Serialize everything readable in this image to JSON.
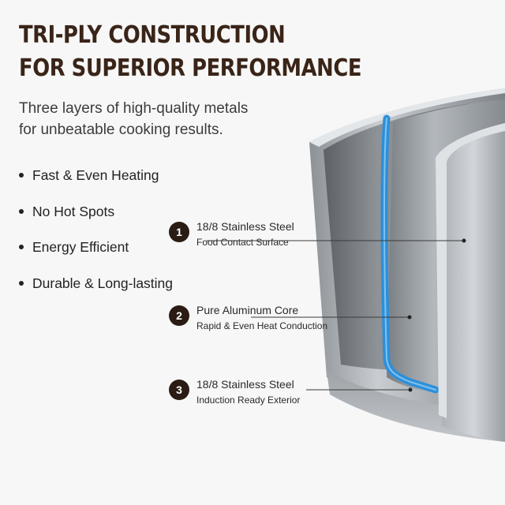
{
  "headline": {
    "line1": "TRI-PLY CONSTRUCTION",
    "line2": "FOR SUPERIOR PERFORMANCE"
  },
  "subtitle": {
    "line1": "Three layers of high-quality metals",
    "line2": "for unbeatable cooking results."
  },
  "features": [
    "Fast & Even Heating",
    "No Hot Spots",
    "Energy Efficient",
    "Durable & Long-lasting"
  ],
  "layers": [
    {
      "number": "1",
      "name": "18/8 Stainless Steel",
      "description": "Food Contact Surface"
    },
    {
      "number": "2",
      "name": "Pure Aluminum Core",
      "description": "Rapid & Even Heat Conduction"
    },
    {
      "number": "3",
      "name": "18/8 Stainless Steel",
      "description": "Induction Ready Exterior"
    }
  ],
  "colors": {
    "headline": "#3a2418",
    "badge": "#2a1c14",
    "aluminum_core": "#2f8fd8",
    "steel": "#a9aeb3"
  }
}
